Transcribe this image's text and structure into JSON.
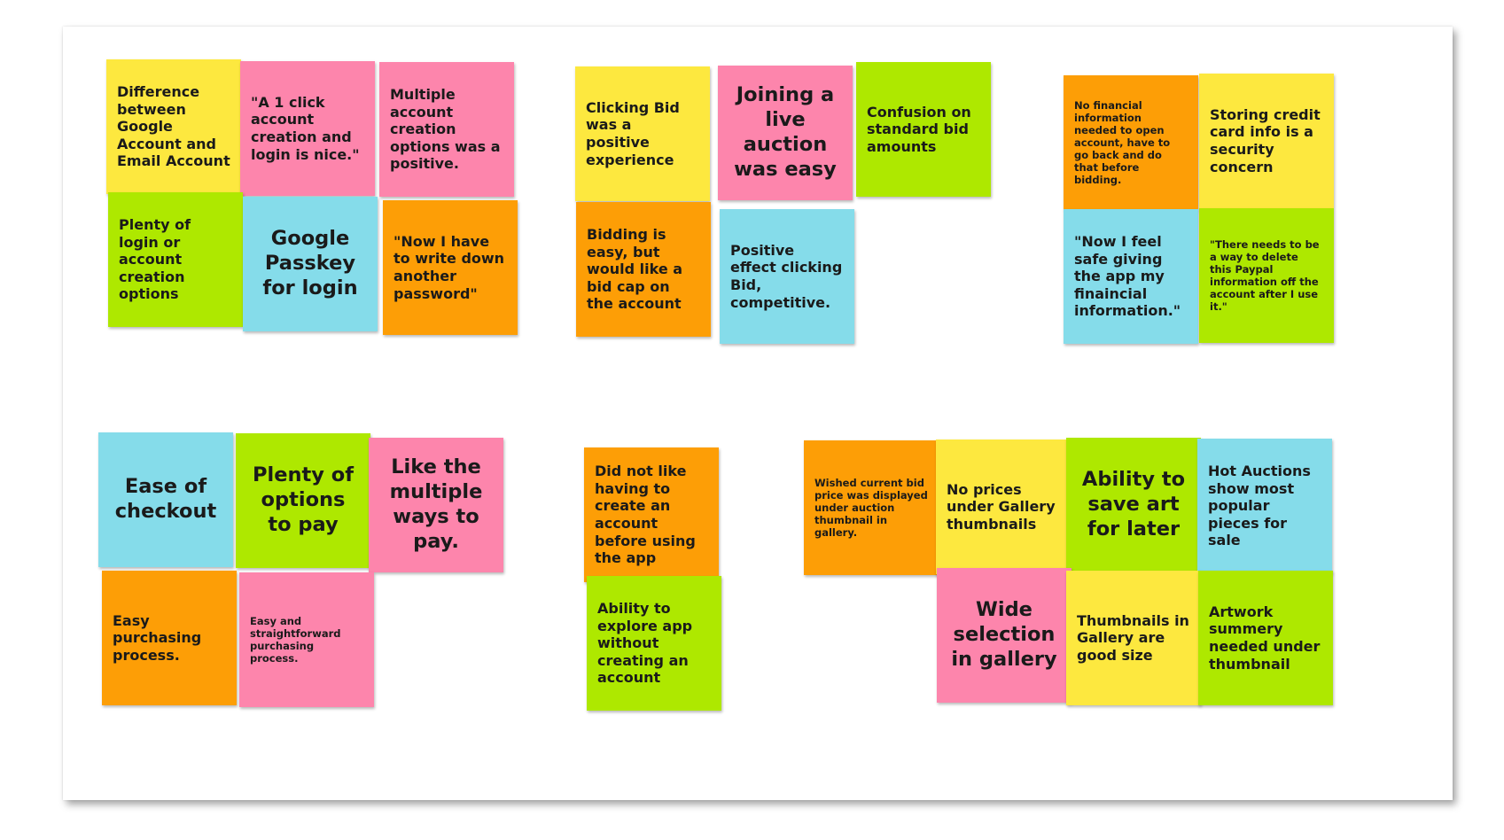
{
  "board": {
    "notes": [
      {
        "id": "n1",
        "text": "Difference between Google Account and Email Account",
        "color": "#fde83f"
      },
      {
        "id": "n2",
        "text": "\"A 1 click account creation and login is nice.\"",
        "color": "#fd85ac"
      },
      {
        "id": "n3",
        "text": "Multiple account creation options was a positive.",
        "color": "#fd85ac"
      },
      {
        "id": "n4",
        "text": "Plenty of login or account creation options",
        "color": "#aee800"
      },
      {
        "id": "n5",
        "text": "Google Passkey for login",
        "color": "#85dcea"
      },
      {
        "id": "n6",
        "text": "\"Now I have to write down another password\"",
        "color": "#fd9e06"
      },
      {
        "id": "n7",
        "text": "Clicking Bid was a positive experience",
        "color": "#fde83f"
      },
      {
        "id": "n8",
        "text": "Joining a live auction was easy",
        "color": "#fd85ac"
      },
      {
        "id": "n9",
        "text": "Confusion on standard bid amounts",
        "color": "#aee800"
      },
      {
        "id": "n10",
        "text": "Bidding is easy, but would like a bid cap on the account",
        "color": "#fd9e06"
      },
      {
        "id": "n11",
        "text": "Positive effect clicking Bid, competitive.",
        "color": "#85dcea"
      },
      {
        "id": "n12",
        "text": "No financial information needed to open account, have to go back and do that before bidding.",
        "color": "#fd9e06"
      },
      {
        "id": "n13",
        "text": "Storing credit card info is a security concern",
        "color": "#fde83f"
      },
      {
        "id": "n14",
        "text": "\"Now I feel safe giving the app my finaincial information.\"",
        "color": "#85dcea"
      },
      {
        "id": "n15",
        "text": "\"There needs to be a way to delete this Paypal information off the account after I use it.\"",
        "color": "#aee800"
      },
      {
        "id": "n16",
        "text": "Ease of checkout",
        "color": "#85dcea"
      },
      {
        "id": "n17",
        "text": "Plenty of options to pay",
        "color": "#aee800"
      },
      {
        "id": "n18",
        "text": "Like the multiple ways to pay.",
        "color": "#fd85ac"
      },
      {
        "id": "n19",
        "text": "Easy purchasing process.",
        "color": "#fd9e06"
      },
      {
        "id": "n20",
        "text": "Easy and straightforward purchasing process.",
        "color": "#fd85ac"
      },
      {
        "id": "n21",
        "text": "Did not like having to create an account before using the app",
        "color": "#fd9e06"
      },
      {
        "id": "n22",
        "text": "Ability to explore app without creating an account",
        "color": "#aee800"
      },
      {
        "id": "n23",
        "text": "Wished current bid price was displayed under auction thumbnail in gallery.",
        "color": "#fd9e06"
      },
      {
        "id": "n24",
        "text": "No prices under Gallery thumbnails",
        "color": "#fde83f"
      },
      {
        "id": "n25",
        "text": "Ability to save art for later",
        "color": "#aee800"
      },
      {
        "id": "n26",
        "text": "Hot Auctions show most popular pieces for sale",
        "color": "#85dcea"
      },
      {
        "id": "n27",
        "text": "Wide selection in gallery",
        "color": "#fd85ac"
      },
      {
        "id": "n28",
        "text": "Thumbnails in Gallery are good size",
        "color": "#fde83f"
      },
      {
        "id": "n29",
        "text": "Artwork summery needed under thumbnail",
        "color": "#aee800"
      }
    ]
  }
}
